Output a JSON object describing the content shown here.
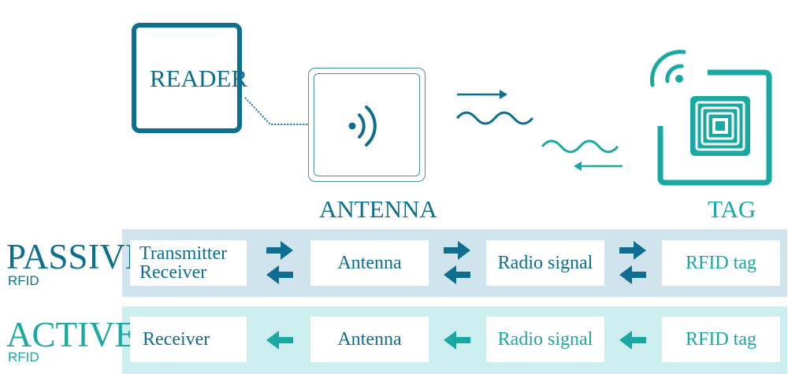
{
  "colors": {
    "reader": "#0e6e8f",
    "antenna": "#4d8fa5",
    "tag": "#1aa8a2",
    "passive_text": "#0e6e8f",
    "active_text": "#1aa8a2",
    "passive_band": "#cfe4ec",
    "active_band": "#cdeeee",
    "passive_arrow": "#0e6e8f",
    "active_arrow": "#1aa8a2"
  },
  "top": {
    "reader_label": "READER",
    "antenna_label": "ANTENNA",
    "tag_label": "TAG",
    "antenna_icon": "wireless-signal-icon",
    "tag_icon": "rfid-chip-icon"
  },
  "passive": {
    "title": "PASSIVE",
    "subtitle": "RFID",
    "cells": [
      "Transmitter Receiver",
      "Antenna",
      "Radio signal",
      "RFID tag"
    ],
    "transmitter_line1": "Transmitter",
    "transmitter_line2": "Receiver",
    "arrows": "bidirectional"
  },
  "active": {
    "title": "ACTIVE",
    "subtitle": "RFID",
    "cells": [
      "Receiver",
      "Antenna",
      "Radio signal",
      "RFID tag"
    ],
    "arrows": "right-to-left"
  }
}
